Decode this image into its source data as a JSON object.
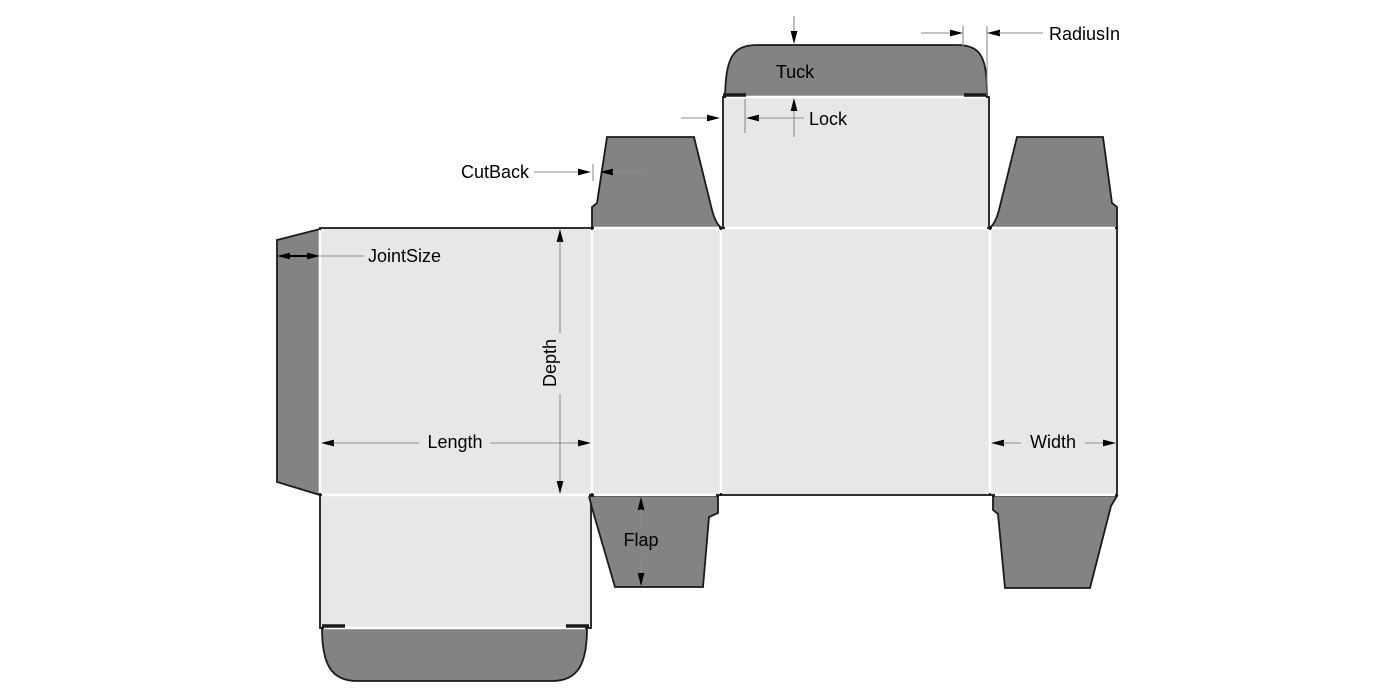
{
  "diagram": {
    "labels": {
      "tuck": "Tuck",
      "radius_in": "RadiusIn",
      "lock": "Lock",
      "cutback": "CutBack",
      "joint_size": "JointSize",
      "depth": "Depth",
      "length": "Length",
      "width": "Width",
      "flap": "Flap"
    }
  },
  "colors": {
    "background": "#ffffff",
    "panel_fill": "#e7e7e7",
    "flap_fill": "#838383",
    "outline": "#1a1a1a",
    "dim_line": "#8c8c8c",
    "label_text": "#000000"
  }
}
